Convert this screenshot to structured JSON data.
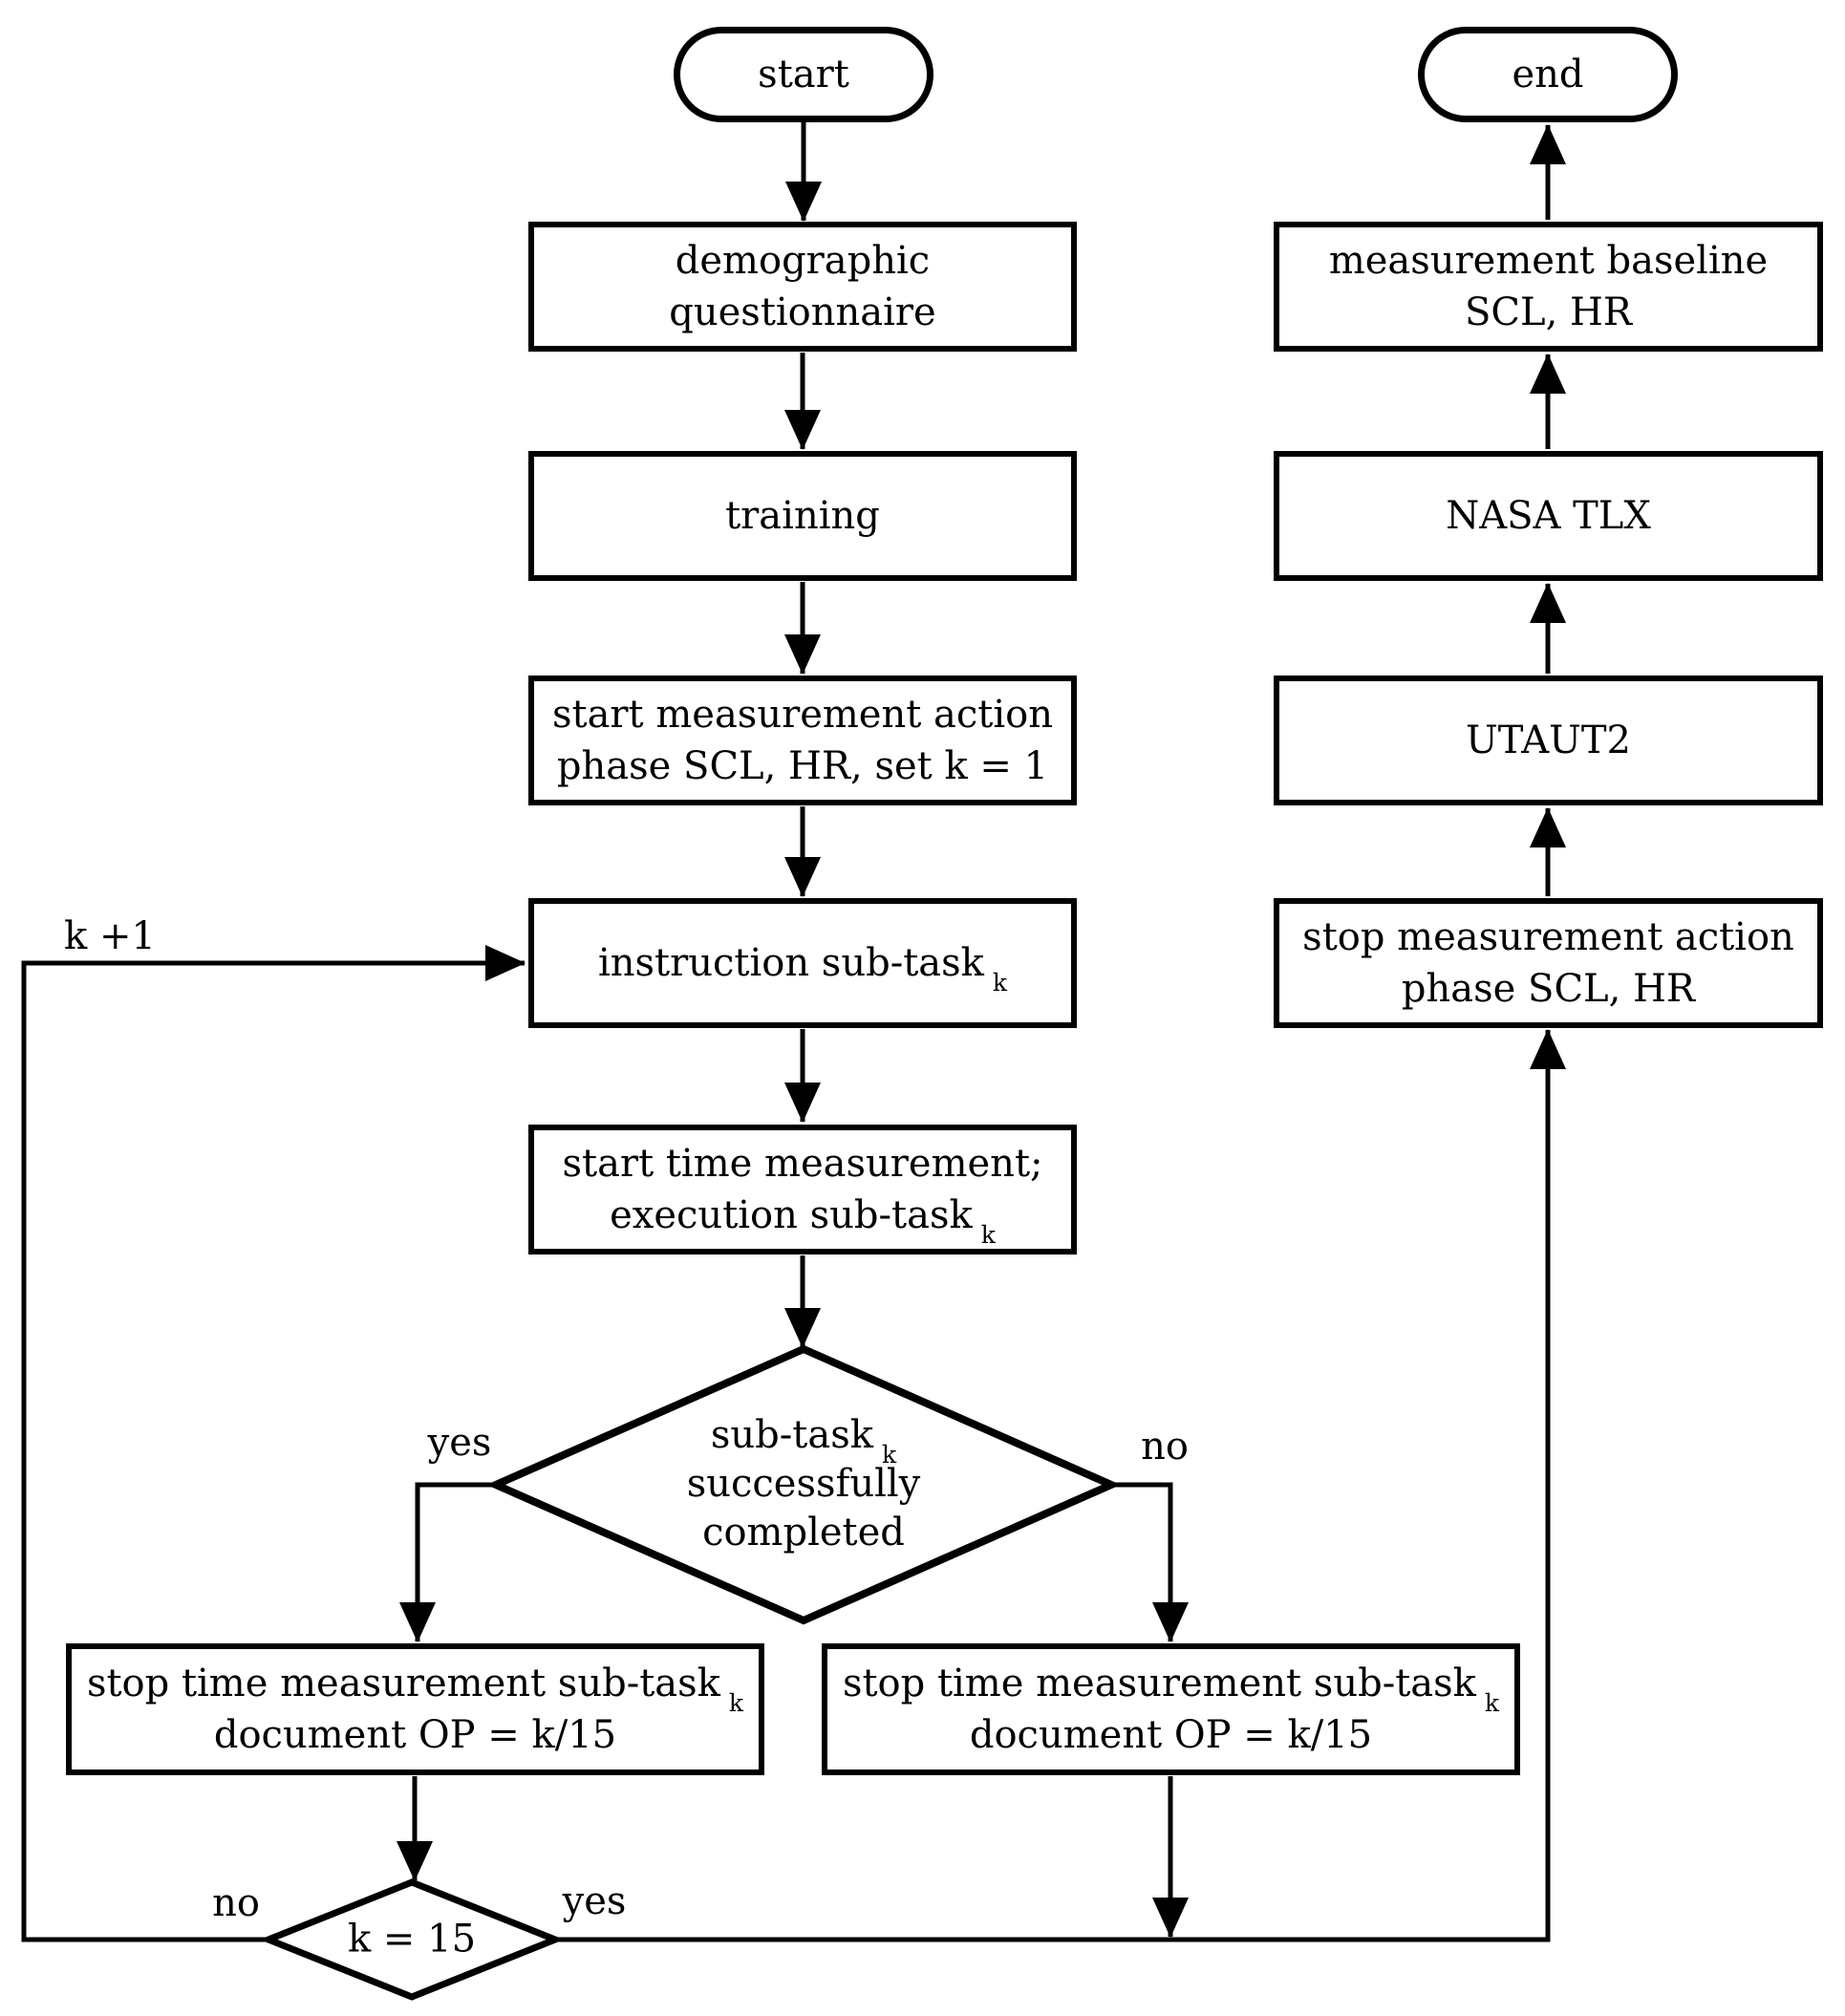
{
  "flowchart": {
    "nodes": {
      "start": {
        "label": "start"
      },
      "demographic": {
        "line1": "demographic",
        "line2": "questionnaire"
      },
      "training": {
        "label": "training"
      },
      "start_measurement": {
        "line1": "start measurement action",
        "line2": "phase SCL, HR, set k = 1"
      },
      "instruction": {
        "text": "instruction sub-task",
        "sub": "k"
      },
      "start_time": {
        "line1": "start time measurement;",
        "line2": "execution sub-task",
        "line2_sub": "k"
      },
      "decision_subtask": {
        "line1": "sub-task",
        "line1_sub": "k",
        "line2": "successfully",
        "line3": "completed"
      },
      "stop_time_left": {
        "line1": "stop time measurement sub-task",
        "line1_sub": "k",
        "line2": "document OP = k/15"
      },
      "stop_time_right": {
        "line1": "stop time measurement sub-task",
        "line1_sub": "k",
        "line2": "document OP = k/15"
      },
      "decision_k": {
        "label": "k = 15"
      },
      "stop_measurement": {
        "line1": "stop measurement action",
        "line2": "phase SCL, HR"
      },
      "utaut2": {
        "label": "UTAUT2"
      },
      "nasa_tlx": {
        "label": "NASA TLX"
      },
      "baseline": {
        "line1": "measurement baseline",
        "line2": "SCL, HR"
      },
      "end": {
        "label": "end"
      }
    },
    "edge_labels": {
      "decision_subtask_yes": "yes",
      "decision_subtask_no": "no",
      "decision_k_no": "no",
      "decision_k_yes": "yes",
      "increment": "k +1"
    }
  }
}
